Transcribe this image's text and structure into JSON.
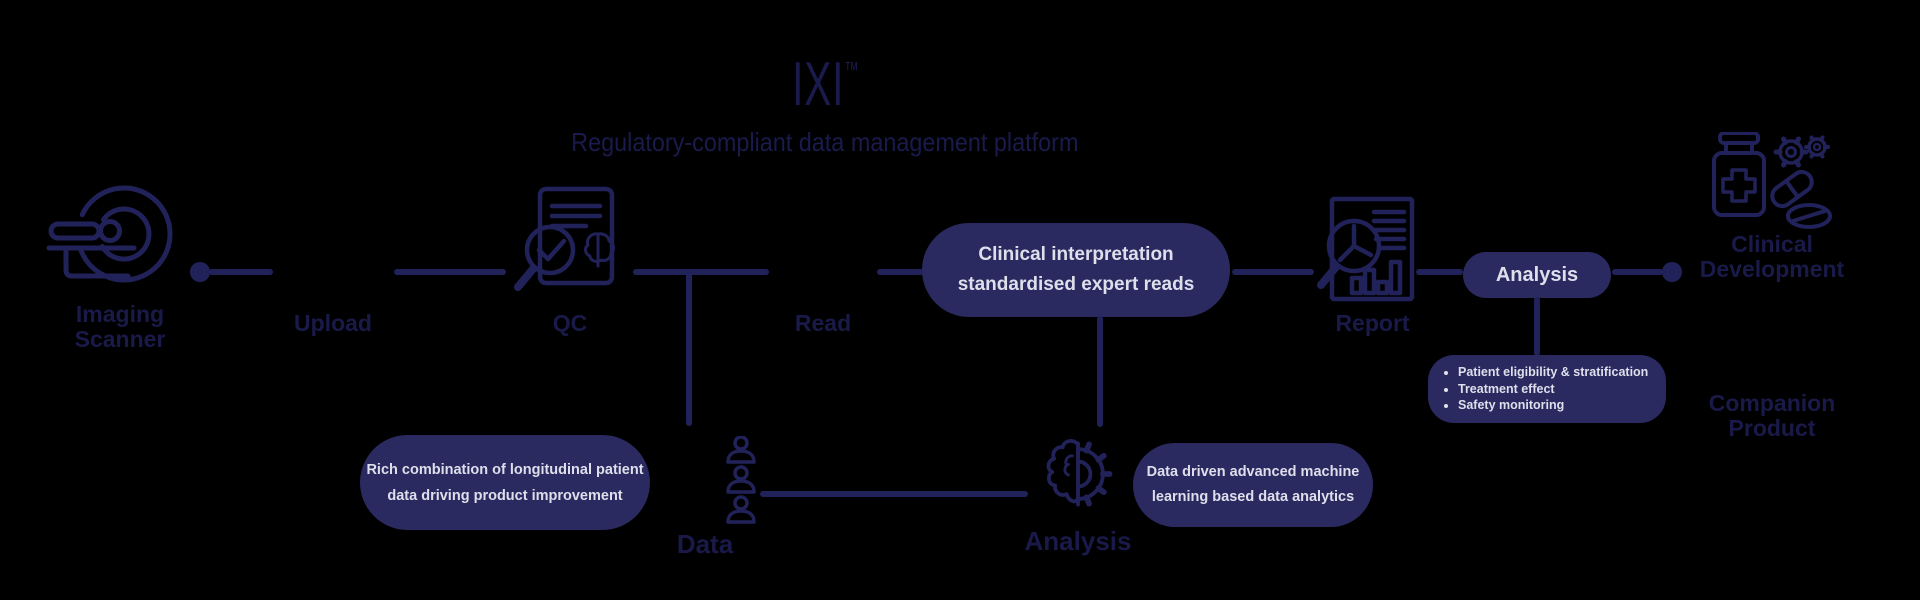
{
  "colors": {
    "background": "#000000",
    "line_and_icons": "#22225a",
    "labels": "#1a1a4a",
    "bubble_fill": "#2a2a60",
    "bubble_text": "#dfdfec"
  },
  "header": {
    "title": "IXI",
    "trademark": "™",
    "subtitle": "Regulatory-compliant data management platform"
  },
  "flow": {
    "imaging_scanner": {
      "line1": "Imaging",
      "line2": "Scanner",
      "icon": "mri-scanner-icon"
    },
    "upload_label": "Upload",
    "qc": {
      "label": "QC",
      "icon": "qc-report-icon"
    },
    "read_label": "Read",
    "report": {
      "label": "Report",
      "icon": "report-analytics-icon"
    },
    "analysis_pill_label": "Analysis",
    "clinical_development": {
      "line1": "Clinical",
      "line2": "Development",
      "icon": "drug-development-icon"
    },
    "companion_product": {
      "line1": "Companion",
      "line2": "Product"
    },
    "data_node": {
      "label": "Data",
      "icon": "patients-icon"
    },
    "ml_analysis_node": {
      "label": "Analysis",
      "icon": "brain-gear-icon"
    }
  },
  "callouts": {
    "clinical_interpretation": {
      "line1": "Clinical interpretation",
      "line2": "standardised expert reads"
    },
    "analysis_details": {
      "items": [
        "Patient eligibility & stratification",
        "Treatment effect",
        "Safety monitoring"
      ]
    },
    "rich_combination": {
      "line1": "Rich combination of longitudinal patient",
      "line2": "data driving product improvement"
    },
    "data_driven": {
      "line1": "Data driven advanced machine",
      "line2": "learning based data analytics"
    }
  }
}
